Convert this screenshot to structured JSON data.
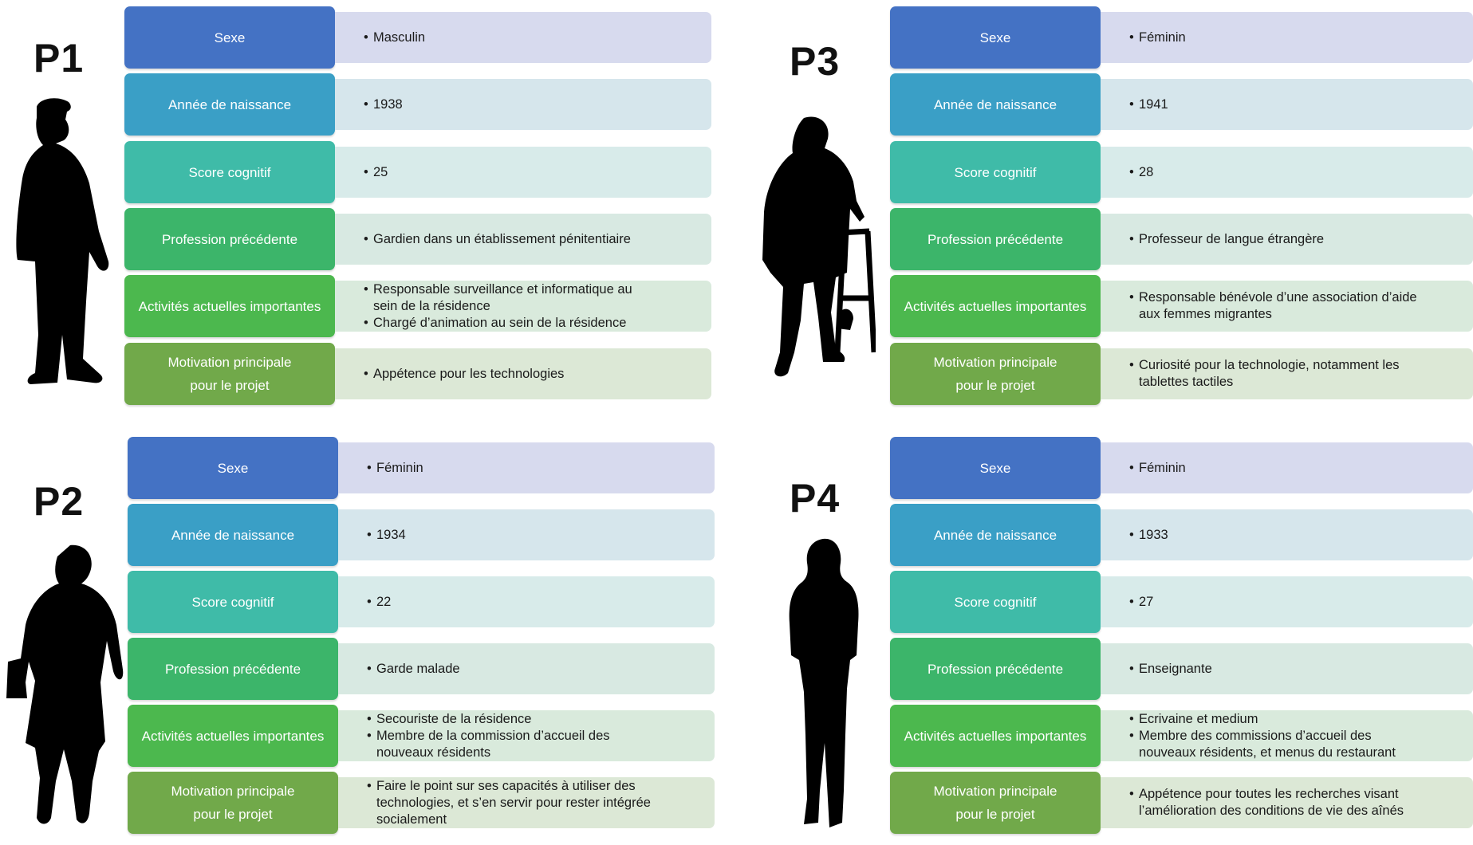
{
  "colors": {
    "label": [
      "#4472c4",
      "#3a9fc6",
      "#3fbba8",
      "#3cb56a",
      "#4cb84e",
      "#71a94a"
    ],
    "value": [
      "#d7daee",
      "#d6e6ec",
      "#d8ebea",
      "#d8e9e2",
      "#d9eadc",
      "#dce8d6"
    ]
  },
  "labels": {
    "sexe": "Sexe",
    "annee": "Année de naissance",
    "score": "Score cognitif",
    "profession": "Profession précédente",
    "activites": "Activités actuelles importantes",
    "motivation": "Motivation principale\npour le projet"
  },
  "participants": [
    {
      "id": "P1",
      "sexe": "Masculin",
      "annee": "1938",
      "score": "25",
      "profession": "Gardien dans un établissement pénitentiaire",
      "activites": [
        "Responsable surveillance et informatique au\nsein de la résidence",
        "Chargé d’animation au sein de la résidence"
      ],
      "motivation": [
        "Appétence  pour les technologies"
      ]
    },
    {
      "id": "P2",
      "sexe": "Féminin",
      "annee": "1934",
      "score": "22",
      "profession": "Garde malade",
      "activites": [
        "Secouriste de  la résidence",
        "Membre  de  la commission d’accueil des\nnouveaux résidents"
      ],
      "motivation": [
        "Faire le point sur ses capacités à utiliser des\ntechnologies, et  s’en servir pour rester intégrée\nsocialement"
      ]
    },
    {
      "id": "P3",
      "sexe": "Féminin",
      "annee": "1941",
      "score": "28",
      "profession": "Professeur de  langue étrangère",
      "activites": [
        "Responsable bénévole d’une association d’aide\naux femmes  migrantes"
      ],
      "motivation": [
        "Curiosité pour la technologie, notamment  les\ntablettes tactiles"
      ]
    },
    {
      "id": "P4",
      "sexe": "Féminin",
      "annee": "1933",
      "score": "27",
      "profession": "Enseignante",
      "activites": [
        "Ecrivaine et medium",
        "Membre  des commissions d’accueil des\nnouveaux résidents, et menus du restaurant"
      ],
      "motivation": [
        "Appétence  pour toutes  les recherches visant\nl’amélioration des conditions de vie des aînés"
      ]
    }
  ]
}
